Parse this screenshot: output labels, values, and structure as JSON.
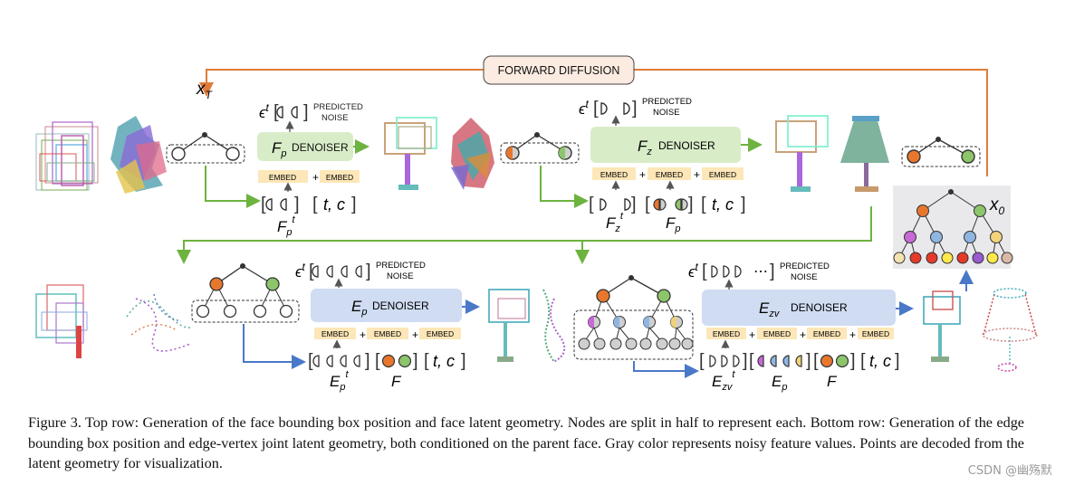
{
  "diagram": {
    "forward_diffusion": "FORWARD DIFFUSION",
    "predicted_noise": "PREDICTED",
    "predicted_noise_2": "NOISE",
    "denoiser": "DENOISER",
    "embed": "EMBED",
    "plus": "+",
    "x_T": "x",
    "x_T_sub": "T",
    "x_0": "x",
    "x_0_sub": "0",
    "epsilon": "ϵ",
    "t_sup": "t",
    "F_p": "F",
    "F_p_sub": "p",
    "F_z": "F",
    "F_z_sub": "z",
    "E_p": "E",
    "E_p_sub": "p",
    "E_zv": "E",
    "E_zv_sub": "zv",
    "F": "F",
    "t_c": "t, c",
    "ellipsis": "⋯"
  },
  "caption": "Figure 3. Top row: Generation of the face bounding box position and face latent geometry. Nodes are split in half to represent each. Bottom row: Generation of the edge bounding box position and edge-vertex joint latent geometry, both conditioned on the parent face. Gray color represents noisy feature values. Points are decoded from the latent geometry for visualization.",
  "watermark": "CSDN @幽殇默",
  "colors": {
    "orange_arrow": "#e07b39",
    "green_arrow": "#6db33f",
    "blue_arrow": "#4a78c8",
    "green_box": "#d8ecc8",
    "blue_box": "#cfdcf2",
    "embed_box": "#fde7b8",
    "node_orange": "#e8772e",
    "node_green": "#8cc56a",
    "node_gray": "#cfcfcf"
  }
}
